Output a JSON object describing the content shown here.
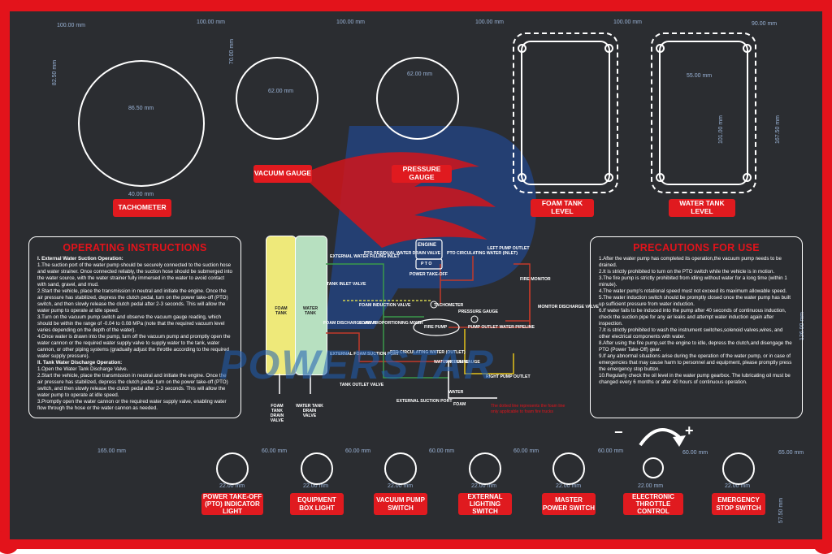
{
  "labels": {
    "tachometer": "TACHOMETER",
    "vacuum_gauge": "VACUUM GAUGE",
    "pressure_gauge": "PRESSURE GAUGE",
    "foam_tank_level": "FOAM TANK LEVEL",
    "water_tank_level": "WATER TANK LEVEL"
  },
  "dimensions": {
    "d100a": "100.00 mm",
    "d100b": "100.00 mm",
    "d100c": "100.00 mm",
    "d100d": "100.00 mm",
    "d100e": "100.00 mm",
    "d90": "90.00 mm",
    "d82": "82.50 mm",
    "d70": "70.00 mm",
    "d88": "86.50 mm",
    "d62a": "62.00 mm",
    "d62b": "62.00 mm",
    "d55": "55.00 mm",
    "d101": "101.00 mm",
    "d167": "167.50 mm",
    "d40": "40.00 mm",
    "d126": "126.00 mm",
    "d165": "165.00 mm",
    "d60a": "60.00 mm",
    "d60b": "60.00 mm",
    "d60c": "60.00 mm",
    "d60d": "60.00 mm",
    "d60e": "60.00 mm",
    "d60f": "60.00 mm",
    "d65": "65.00 mm",
    "d22a": "22.00 mm",
    "d22b": "22.00 mm",
    "d22c": "22.00 mm",
    "d22d": "22.00 mm",
    "d22e": "22.00 mm",
    "d22f": "22.00 mm",
    "d22g": "22.00 mm",
    "d57": "57.50 mm"
  },
  "operating": {
    "title": "OPERATING INSTRUCTIONS",
    "sec1": "I. External Water Suction Operation:",
    "p1": "1.The suction port of the water pump should be securely connected to the suction hose and water strainer. Once connected reliably, the suction hose should be submerged into the water source, with the water strainer fully immersed in the water to avoid contact with sand, gravel, and mud.",
    "p2": "2.Start the vehicle, place the transmission in neutral and initiate the engine. Once the air pressure has stabilized, depress the clutch pedal, turn on the power take-off (PTO) switch, and then slowly release the clutch pedal after 2-3 seconds. This will allow the water pump to operate at idle speed.",
    "p3": "3.Turn on the vacuum pump switch and observe the vacuum gauge reading, which should be within the range of -0.04 to 0.08 MPa (note that the required vacuum level varies depending on the depth of the water).",
    "p4": "4.Once water is drawn into the pump, turn off the vacuum pump and promptly open the water cannon or the required water supply valve to supply water to the tank, water cannon, or other piping systems (gradually adjust the throttle according to the required water supply pressure).",
    "sec2": "II. Tank Water Discharge Operation:",
    "q1": "1.Open the Water Tank Discharge Valve.",
    "q2": "2.Start the vehicle, place the transmission in neutral and initiate the engine. Once the air pressure has stabilized, depress the clutch pedal, turn on the power take-off (PTO) switch, and then slowly release the clutch pedal after 2-3 seconds. This will allow the water pump to operate at idle speed.",
    "q3": "3.Promptly open the water cannon or the required water supply valve, enabling water flow through the hose or the water cannon as needed."
  },
  "precautions": {
    "title": "PRECAUTIONS FOR USE",
    "items": [
      "1.After the water pump has completed its operation,the vacuum pump needs to be drained.",
      "2.It is strictly prohibited to turn on the PTO switch while the vehicle is in motion.",
      "3.The fire pump is strictly prohibited from idling without water for a long time (within 1 minute).",
      "4.The water pump's rotational speed must not exceed its maximum allowable speed.",
      "5.The water induction switch should be promptly closed once the water pump has built up sufficient pressure from water induction.",
      "6.If water fails to be induced into the pump after 40 seconds of continuous induction, check the suction pipe for any air leaks and attempt water induction again after inspection.",
      "7.It is strictly prohibited to wash the instrument switches,solenoid valves,wires, and other electrical components with water.",
      "8.After using the fire pump,set the engine to idle, depress the clutch,and disengage the PTO (Power Take-Off) gear.",
      "9.If any abnormal situations arise during the operation of the water pump, or in case of emergencies that may cause harm to personnel and equipment, please promptly press the emergency stop button.",
      "10.Regularly check the oil level in the water pump gearbox. The lubricating oil must be changed every 6 months or after 40 hours of continuous operation."
    ]
  },
  "diagram": {
    "foam_tank": "FOAM TANK",
    "water_tank": "WATER TANK",
    "engine": "ENGINE",
    "pto": "P T O",
    "power_takeoff": "POWER TAKE-OFF",
    "ext_water_filling": "EXTERNAL WATER FILLING INLET",
    "pto_residual": "PTO RESIDUAL WATER DRAIN VALVE",
    "pto_circ_inlet": "PTO CIRCULATING WATER (INLET)",
    "left_pump_outlet": "LEFT PUMP OUTLET",
    "tank_inlet_valve": "TANK INLET VALVE",
    "foam_induction": "FOAM INDUCTION VALVE",
    "tachometer": "TACHOMETER",
    "pressure_gauge": "PRESSURE GAUGE",
    "fire_monitor": "FIRE MONITOR",
    "monitor_discharge": "MONITOR DISCHARGE VALVE",
    "foam_discharge": "FOAM DISCHARGE VALVE",
    "foam_proportioning": "FOAM PROPORTIONING MIXER",
    "fire_pump": "FIRE PUMP",
    "pump_outlet_pipeline": "PUMP OUTLET WATER PIPELINE",
    "ext_foam_suction": "EXTERNAL FOAM SUCTION PORT",
    "pto_circ_outlet": "PTO CIRCULATING WATER (OUTLET)",
    "water_pipeline": "WATER PIPELINE",
    "vacuum_gauge": "VACUUM GAUGE",
    "right_pump_outlet": "RIGHT PUMP OUTLET",
    "tank_outlet_valve": "TANK OUTLET VALVE",
    "water": "WATER",
    "foam": "FOAM",
    "ext_suction_port": "EXTERNAL SUCTION PORT",
    "foam_drain": "FOAM TANK DRAIN VALVE",
    "water_drain": "WATER TANK DRAIN VALVE",
    "note1": "The dotted line represents the foam line",
    "note2": "only applicable to foam fire trucks"
  },
  "switches": [
    {
      "label": "POWER TAKE-OFF (PTO) INDICATOR LIGHT"
    },
    {
      "label": "EQUIPMENT BOX LIGHT"
    },
    {
      "label": "VACUUM PUMP SWITCH"
    },
    {
      "label": "EXTERNAL LIGHTING SWITCH"
    },
    {
      "label": "MASTER POWER SWITCH"
    },
    {
      "label": "ELECTRONIC THROTTLE CONTROL"
    },
    {
      "label": "EMERGENCY STOP SWITCH"
    }
  ],
  "throttle": {
    "minus": "−",
    "plus": "+"
  },
  "watermark": {
    "text": "POWERSTAR"
  },
  "colors": {
    "panel": "#2b2d31",
    "frame": "#e3131b",
    "label": "#e01a1f",
    "dim": "#9ab3d6"
  }
}
